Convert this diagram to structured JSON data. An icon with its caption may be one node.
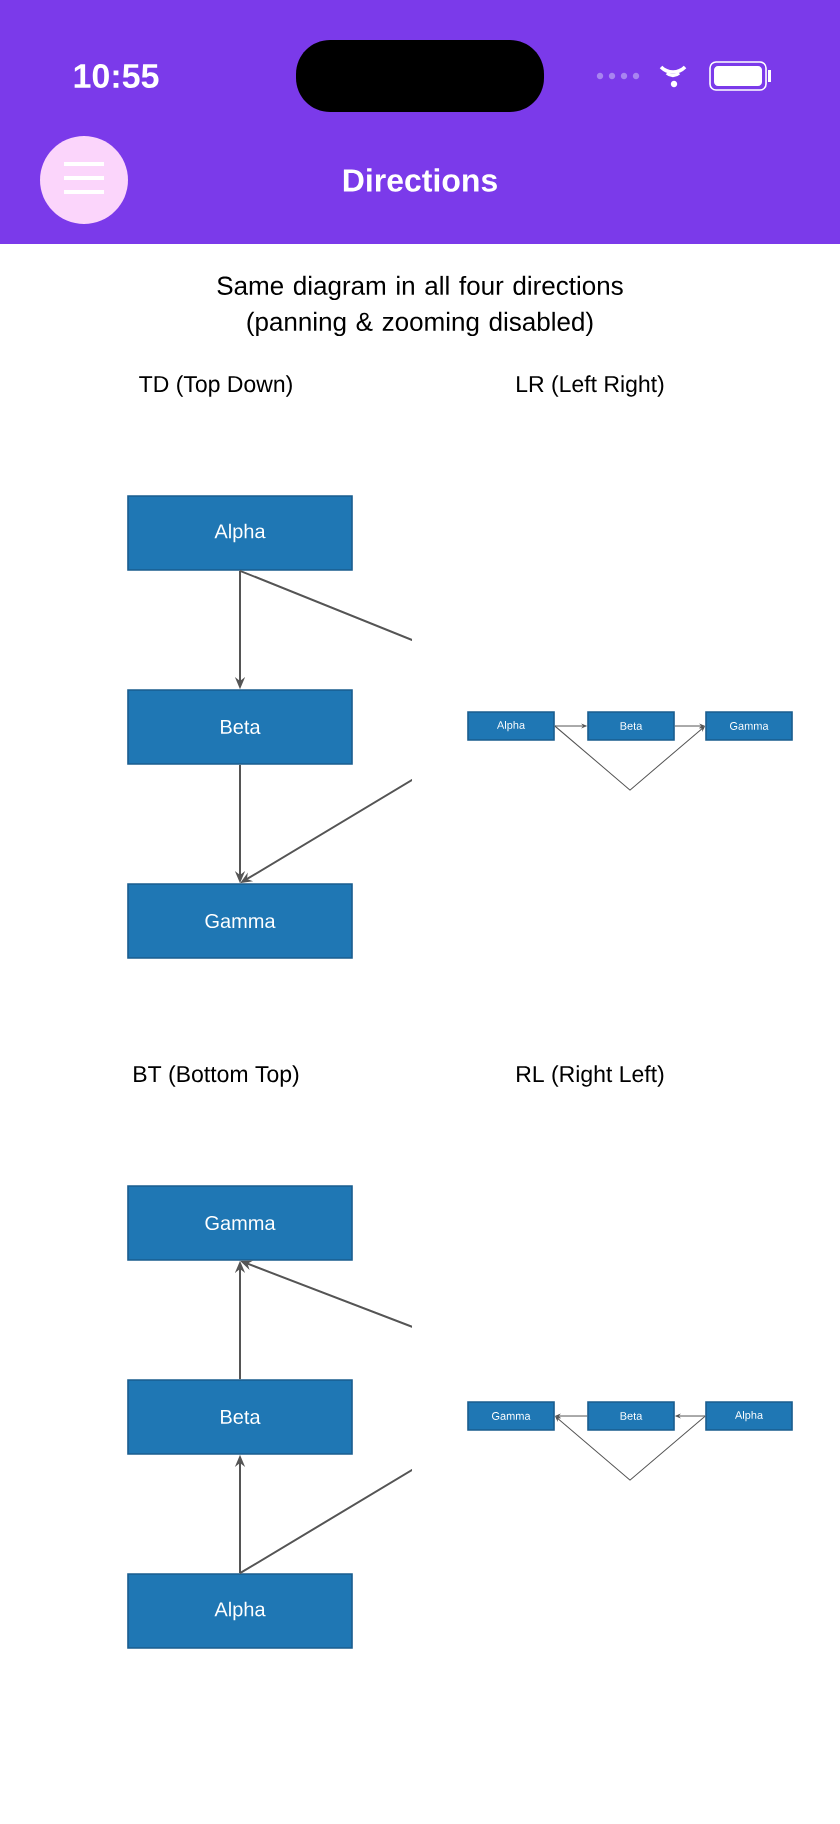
{
  "diagram": {
    "title": "Directions",
    "nodes": [
      {
        "text": [
          "Alpha"
        ]
      },
      {
        "text": [
          "Beta"
        ]
      },
      {
        "text": [
          "Gamma"
        ]
      },
      {
        "text": [
          "Alpha"
        ]
      },
      {
        "text": [
          "Beta"
        ]
      },
      {
        "text": [
          "Gamma"
        ]
      },
      {
        "text": [
          "Gamma"
        ]
      },
      {
        "text": [
          "Beta"
        ]
      },
      {
        "text": [
          "Alpha"
        ]
      },
      {
        "text": [
          "Gamma"
        ]
      },
      {
        "text": [
          "Beta"
        ]
      },
      {
        "text": [
          "Alpha"
        ]
      }
    ],
    "edges": [
      {
        "from": 0,
        "to": 1,
        "arrow": "to"
      },
      {
        "from": 1,
        "to": 2,
        "arrow": "to"
      },
      {
        "from": 0,
        "to": 2,
        "arrow": "to"
      },
      {
        "from": 3,
        "to": 4,
        "arrow": "to"
      },
      {
        "from": 4,
        "to": 5,
        "arrow": "to"
      },
      {
        "from": 3,
        "to": 5,
        "arrow": "to"
      },
      {
        "from": 8,
        "to": 7,
        "arrow": "to"
      },
      {
        "from": 7,
        "to": 6,
        "arrow": "to"
      },
      {
        "from": 8,
        "to": 6,
        "arrow": "to"
      },
      {
        "from": 11,
        "to": 10,
        "arrow": "to"
      },
      {
        "from": 10,
        "to": 9,
        "arrow": "to"
      },
      {
        "from": 11,
        "to": 9,
        "arrow": "to"
      }
    ],
    "labels": [
      "10:55",
      "Same diagram in all four directions (panning & zooming disabled)",
      "TD (Top Down)",
      "LR (Left Right)",
      "BT (Bottom Top)",
      "RL (Right Left)"
    ]
  }
}
